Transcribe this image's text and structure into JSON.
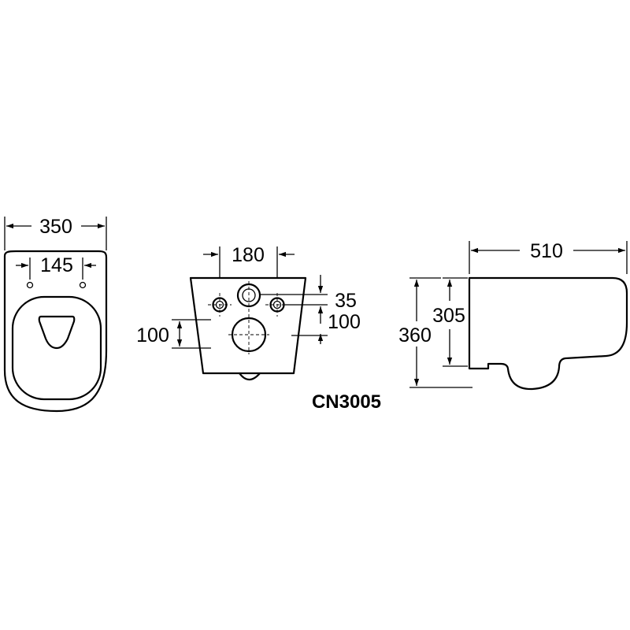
{
  "drawing": {
    "model": "CN3005",
    "top_view": {
      "overall_width": "350",
      "seat_hole_spacing": "145"
    },
    "back_view": {
      "fixing_width": "180",
      "inlet_offset": "35",
      "fixing_height_left": "100",
      "fixing_height_right": "100"
    },
    "side_view": {
      "projection": "510",
      "body_height": "305",
      "total_height": "360"
    }
  }
}
